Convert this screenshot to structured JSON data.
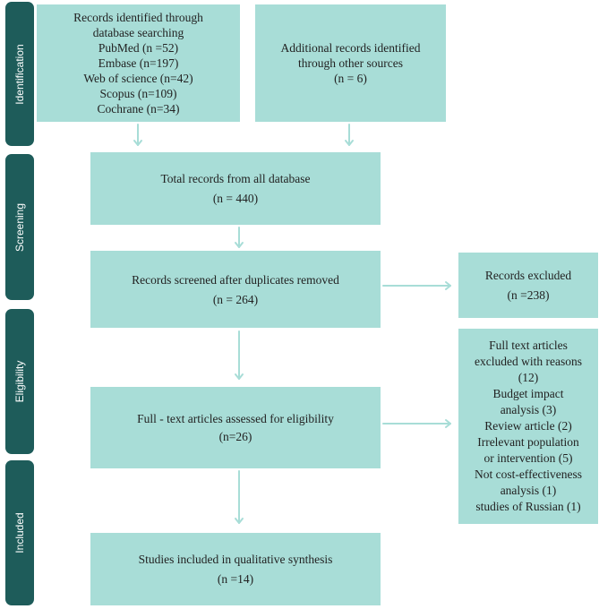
{
  "colors": {
    "stage_bg": "#1e5c5a",
    "box_bg": "#a8ddd7",
    "arrow": "#a8ddd7"
  },
  "stages": {
    "identification": "Identification",
    "screening": "Screening",
    "eligibility": "Eligibility",
    "included": "Included"
  },
  "boxes": {
    "database_search": {
      "lines": [
        "Records identified through",
        "database searching",
        "PubMed (n =52)",
        "Embase (n=197)",
        "Web of science (n=42)",
        "Scopus (n=109)",
        "Cochrane (n=34)"
      ]
    },
    "other_sources": {
      "lines": [
        "Additional records identified",
        "through other sources",
        "(n = 6)"
      ]
    },
    "total_records": {
      "lines": [
        "Total records from all database",
        "(n = 440)"
      ]
    },
    "screened": {
      "lines": [
        "Records screened after duplicates removed",
        "(n = 264)"
      ]
    },
    "excluded": {
      "lines": [
        "Records excluded",
        "(n =238)"
      ]
    },
    "full_text_assessed": {
      "lines": [
        "Full - text articles assessed for eligibility",
        "(n=26)"
      ]
    },
    "full_text_excluded": {
      "lines": [
        "Full text articles",
        "excluded with reasons",
        "(12)",
        "Budget impact",
        "analysis (3)",
        "Review article (2)",
        "Irrelevant population",
        "or intervention (5)",
        "Not cost-effectiveness",
        "analysis (1)",
        "studies of Russian (1)"
      ]
    },
    "included_studies": {
      "lines": [
        "Studies included in qualitative synthesis",
        "(n =14)"
      ]
    }
  }
}
